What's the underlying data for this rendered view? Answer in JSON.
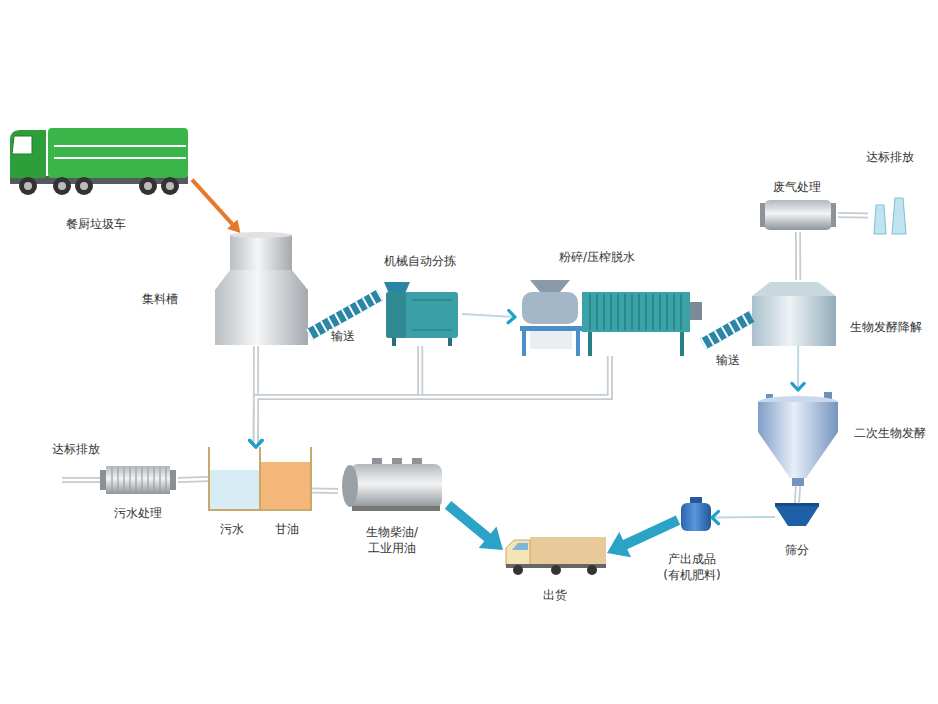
{
  "diagram": {
    "nodes": [
      {
        "text": [
          "餐厨垃圾车"
        ]
      },
      {
        "text": [
          "集料槽"
        ]
      },
      {
        "text": [
          "机械自动分拣"
        ]
      },
      {
        "text": [
          "粉碎/压榨脱水"
        ]
      },
      {
        "text": [
          "废气处理"
        ]
      },
      {
        "text": [
          "达标排放"
        ]
      },
      {
        "text": [
          "生物发酵降解"
        ]
      },
      {
        "text": [
          "二次生物发酵"
        ]
      },
      {
        "text": [
          "污水处理"
        ]
      },
      {
        "text": [
          "污水"
        ]
      },
      {
        "text": [
          "甘油"
        ]
      },
      {
        "text": [
          "生物柴油/ 工业用油"
        ]
      },
      {
        "text": [
          "筛分"
        ]
      },
      {
        "text": [
          "产出成品 (有机肥料)"
        ]
      },
      {
        "text": [
          "出货"
        ]
      }
    ],
    "edges": [
      {
        "from": 0,
        "to": 1,
        "arrow": "to"
      },
      {
        "from": 1,
        "to": 2,
        "label": "输送",
        "arrow": "none"
      },
      {
        "from": 2,
        "to": 3,
        "arrow": "to"
      },
      {
        "from": 3,
        "to": 6,
        "label": "输送",
        "arrow": "none"
      },
      {
        "from": 6,
        "to": 4,
        "arrow": "none"
      },
      {
        "from": 4,
        "to": 5,
        "arrow": "none"
      },
      {
        "from": 6,
        "to": 7,
        "arrow": "to"
      },
      {
        "from": 7,
        "to": 12,
        "arrow": "none"
      },
      {
        "from": 12,
        "to": 13,
        "arrow": "to"
      },
      {
        "from": 13,
        "to": 14,
        "arrow": "to"
      },
      {
        "from": 11,
        "to": 14,
        "arrow": "to"
      },
      {
        "from": 1,
        "to": 9,
        "arrow": "to"
      },
      {
        "from": 2,
        "to": 9,
        "arrow": "to"
      },
      {
        "from": 3,
        "to": 9,
        "arrow": "to"
      },
      {
        "from": 9,
        "to": 8,
        "arrow": "none"
      },
      {
        "from": 10,
        "to": 11,
        "arrow": "none"
      }
    ],
    "labels": [
      "达标排放"
    ]
  }
}
